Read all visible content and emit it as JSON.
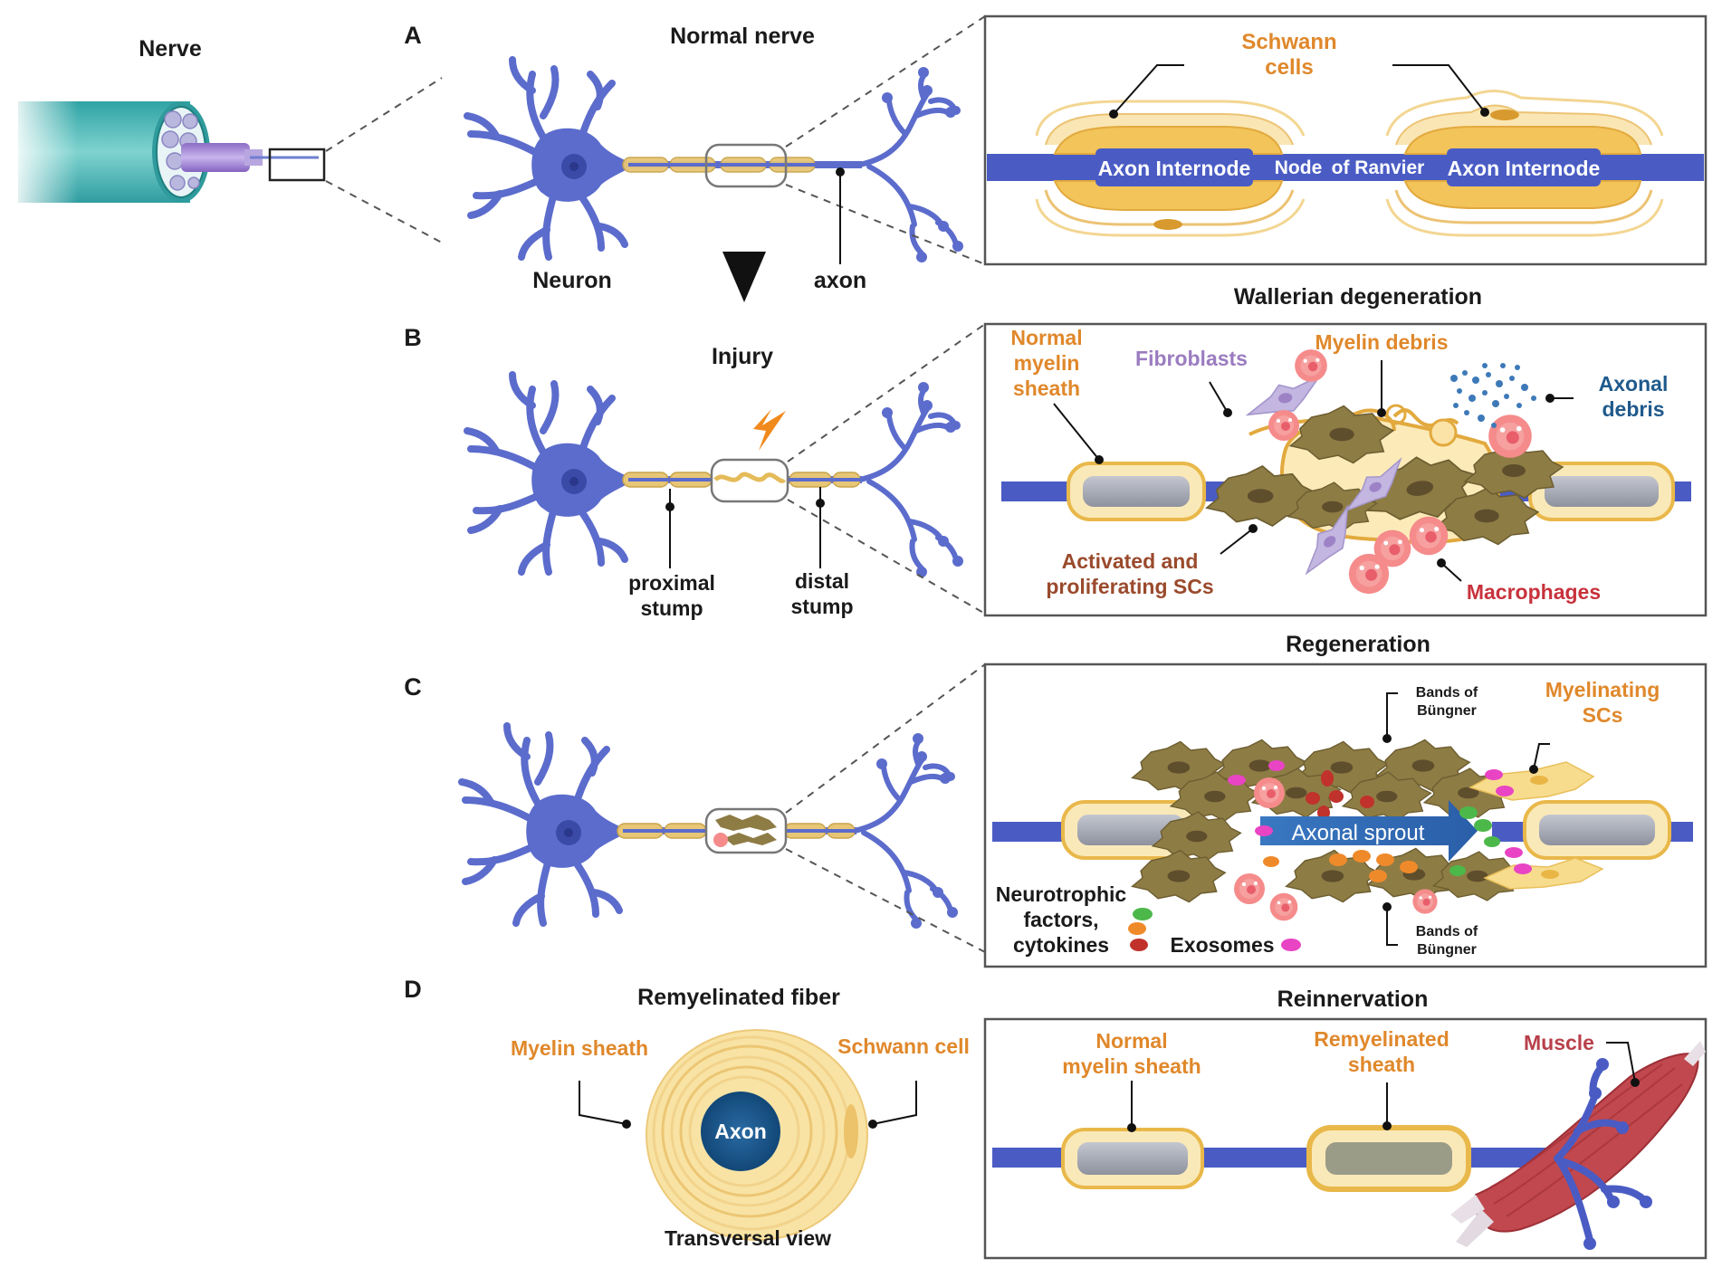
{
  "panel_letters": {
    "a": "A",
    "b": "B",
    "c": "C",
    "d": "D"
  },
  "nerve": {
    "title": "Nerve"
  },
  "panel_a": {
    "title": "Normal nerve",
    "neuron_label": "Neuron",
    "axon_label": "axon",
    "inset": {
      "schwann_label_1": "Schwann",
      "schwann_label_2": "cells",
      "internode_left": "Axon Internode",
      "node_1": "Node",
      "node_2": "of Ranvier",
      "internode_right": "Axon Internode"
    }
  },
  "panel_b": {
    "title": "Injury",
    "proximal_1": "proximal",
    "proximal_2": "stump",
    "distal_1": "distal",
    "distal_2": "stump",
    "inset": {
      "title": "Wallerian degeneration",
      "normal_myelin_1": "Normal",
      "normal_myelin_2": "myelin",
      "normal_myelin_3": "sheath",
      "fibroblasts": "Fibroblasts",
      "myelin_debris": "Myelin debris",
      "axonal_debris_1": "Axonal",
      "axonal_debris_2": "debris",
      "activated_1": "Activated and",
      "activated_2": "proliferating SCs",
      "macrophages": "Macrophages"
    }
  },
  "panel_c": {
    "inset": {
      "title": "Regeneration",
      "bands_top_1": "Bands of",
      "bands_top_2": "Büngner",
      "myelinating_1": "Myelinating",
      "myelinating_2": "SCs",
      "sprout": "Axonal sprout",
      "neurotrophic_1": "Neurotrophic",
      "neurotrophic_2": "factors,",
      "neurotrophic_3": "cytokines",
      "exosomes": "Exosomes",
      "bands_bottom_1": "Bands of",
      "bands_bottom_2": "Büngner"
    }
  },
  "panel_d": {
    "title": "Remyelinated fiber",
    "myelin_sheath": "Myelin sheath",
    "schwann_cell": "Schwann cell",
    "axon": "Axon",
    "transversal": "Transversal view",
    "inset": {
      "title": "Reinnervation",
      "normal_1": "Normal",
      "normal_2": "myelin sheath",
      "remyelinated_1": "Remyelinated",
      "remyelinated_2": "sheath",
      "muscle": "Muscle"
    }
  },
  "colors": {
    "axon_blue": "#4a5cc4",
    "neuron_blue": "#5b6ccc",
    "myelin_yellow": "#f2c45a",
    "myelin_light": "#fbe3a8",
    "label_orange": "#e0882b",
    "sc_brown": "#8c7a3e",
    "macrophage_pink": "#f47a7a",
    "fibroblast_purple": "#b7a6d6",
    "muscle_red": "#c0484e",
    "nerve_teal": "#3fb2b0"
  }
}
